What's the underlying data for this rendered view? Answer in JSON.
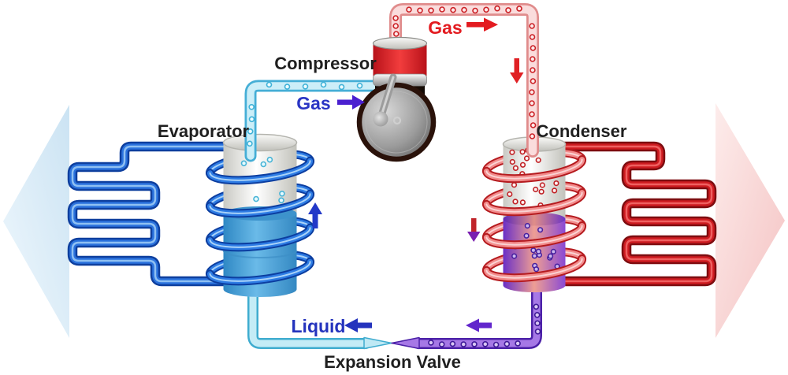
{
  "diagram": {
    "type": "refrigeration-cycle",
    "labels": {
      "compressor": "Compressor",
      "evaporator": "Evaporator",
      "condenser": "Condenser",
      "expansion_valve": "Expansion Valve",
      "gas_hot": "Gas",
      "gas_cold": "Gas",
      "liquid": "Liquid"
    },
    "label_colors": {
      "component": "#1f1f1f",
      "gas_hot": "#e31b20",
      "gas_cold": "#2a35c4",
      "liquid": "#2433bd"
    },
    "arrows": [
      {
        "name": "hot-gas-flow-right",
        "direction": "right",
        "color": "#e31b20"
      },
      {
        "name": "hot-gas-flow-down",
        "direction": "down",
        "color": "#e02024"
      },
      {
        "name": "cold-gas-flow-right",
        "direction": "right",
        "color": "#4a1fd0"
      },
      {
        "name": "evaporator-flow-up",
        "direction": "up",
        "color": "#2238c8"
      },
      {
        "name": "condenser-flow-down",
        "direction": "down",
        "color": "#c0242a",
        "head_color": "#7a1fb0"
      },
      {
        "name": "liquid-flow-left",
        "direction": "left",
        "color": "#2433bd"
      },
      {
        "name": "expansion-flow-left",
        "direction": "left",
        "color": "#6226cc"
      },
      {
        "name": "cold-air-out",
        "direction": "left",
        "color": "#d9ecf8"
      },
      {
        "name": "hot-air-out",
        "direction": "right",
        "color": "#f8d3d3"
      }
    ]
  }
}
